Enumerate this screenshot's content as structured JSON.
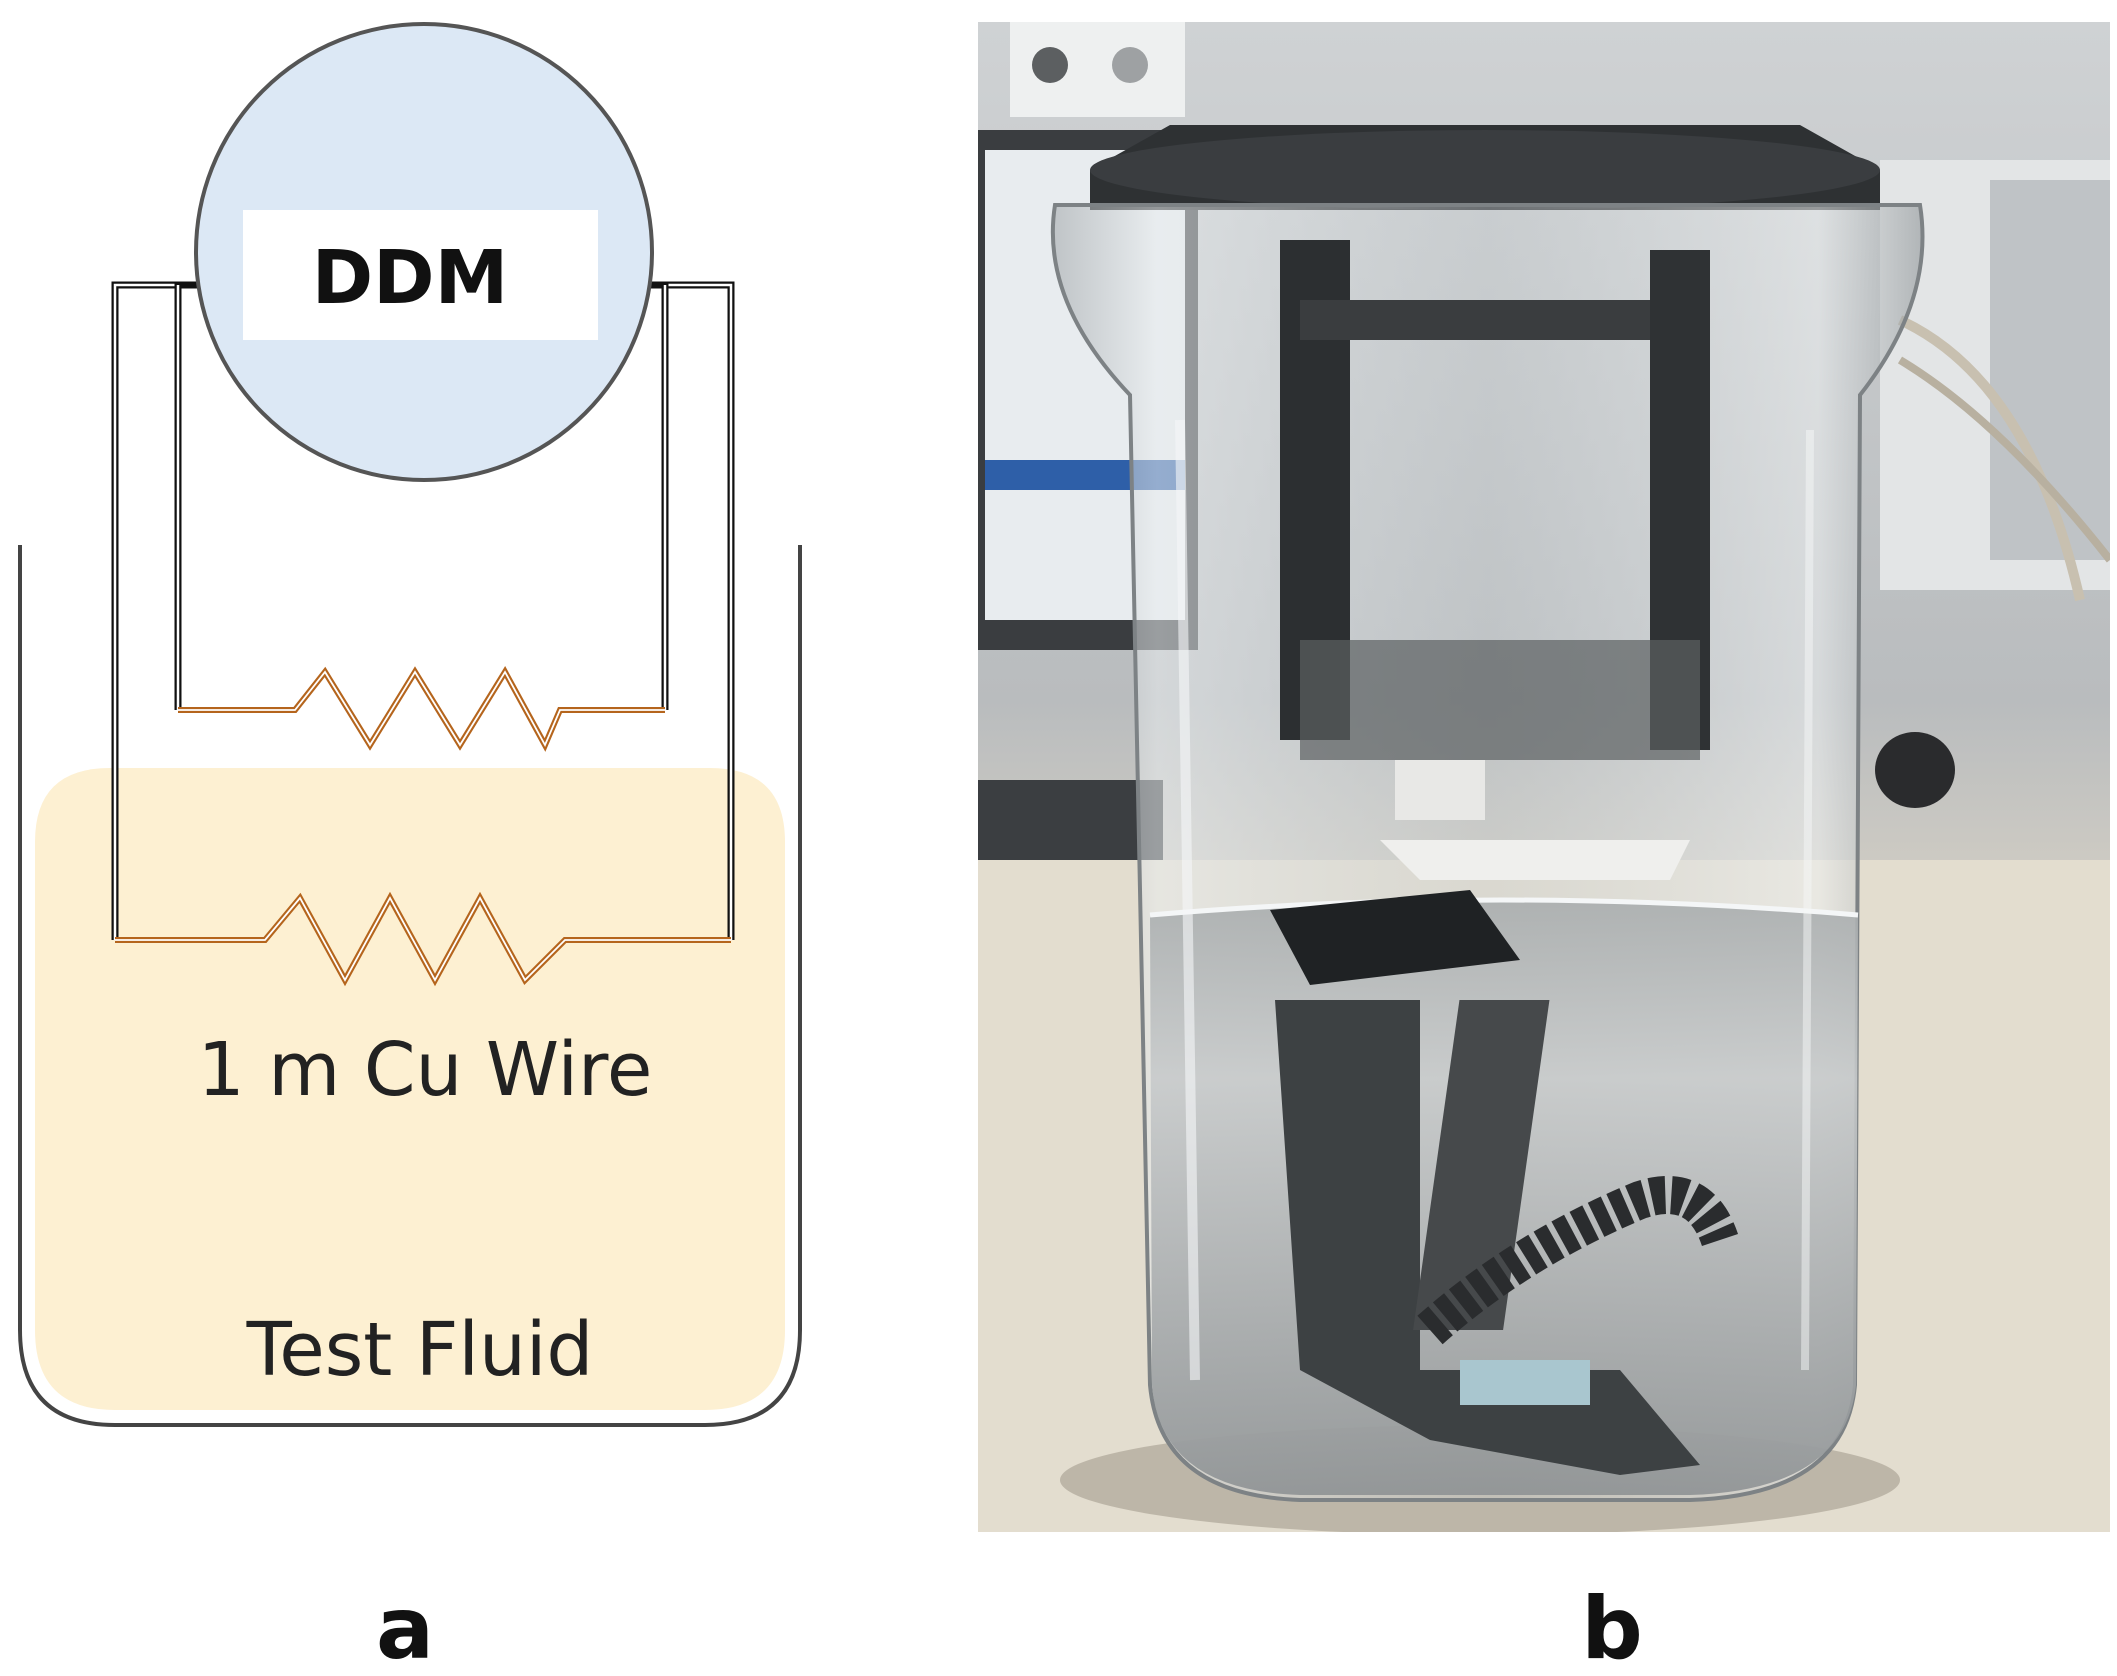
{
  "panel_a": {
    "meter_label": "DDM",
    "wire_label": "1 m Cu Wire",
    "fluid_label": "Test Fluid",
    "caption": "a"
  },
  "panel_b": {
    "caption": "b",
    "photo_subject": "glass beaker holding a dark 3D-printed specimen fixture, partly submerged in clear test fluid"
  },
  "colors": {
    "meter_fill": "#dce8f5",
    "meter_stroke": "#555555",
    "fluid_fill": "#fdf0d2",
    "container_stroke": "#444444",
    "wire_stroke": "#111111",
    "resistor_stroke": "#b5651d"
  }
}
